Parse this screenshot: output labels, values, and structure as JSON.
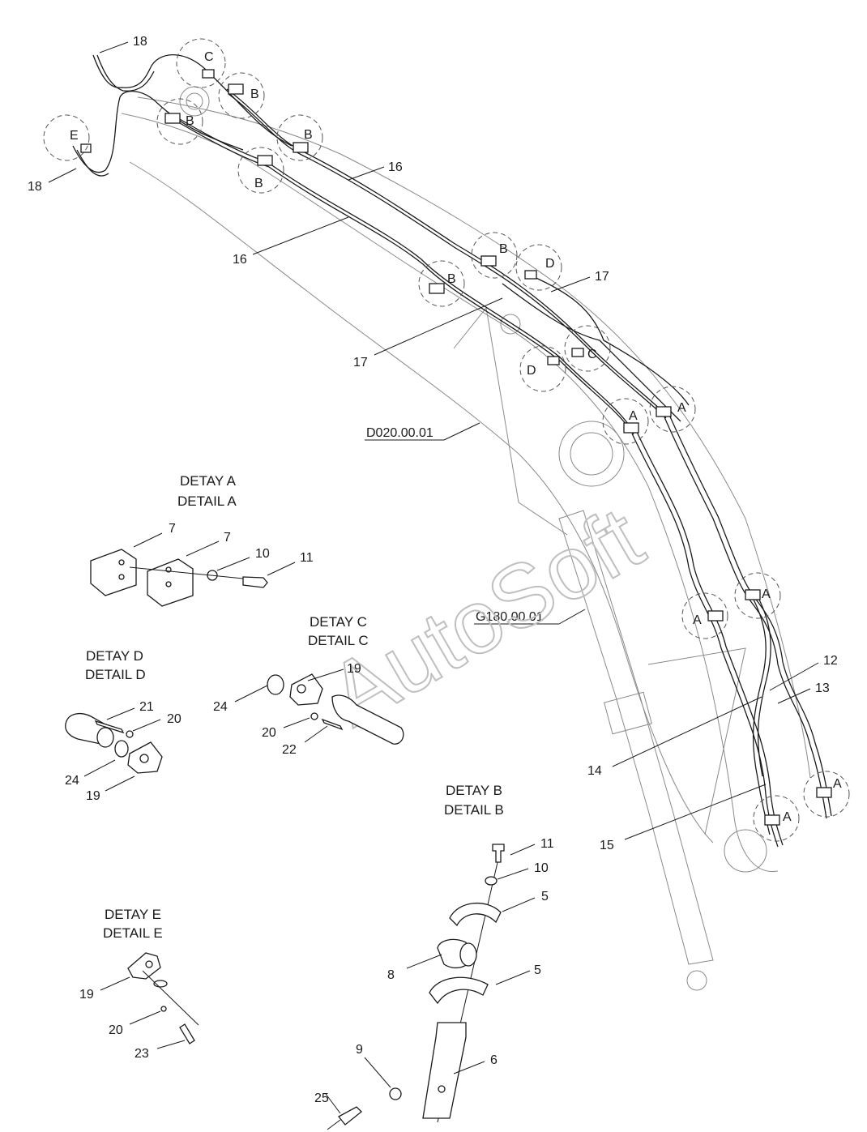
{
  "watermark": "AutoSoft",
  "references": {
    "boom_ref": "D020.00.01",
    "cylinder_ref": "G180.00.01"
  },
  "detail_titles": {
    "a": {
      "tr": "DETAY A",
      "en": "DETAIL A"
    },
    "b": {
      "tr": "DETAY B",
      "en": "DETAIL B"
    },
    "c": {
      "tr": "DETAY C",
      "en": "DETAIL C"
    },
    "d": {
      "tr": "DETAY D",
      "en": "DETAIL D"
    },
    "e": {
      "tr": "DETAY E",
      "en": "DETAIL E"
    }
  },
  "callouts": {
    "c18a": "18",
    "c18b": "18",
    "c16a": "16",
    "c16b": "16",
    "c17a": "17",
    "c17b": "17",
    "c12": "12",
    "c13": "13",
    "c14": "14",
    "c15": "15",
    "a7a": "7",
    "a7b": "7",
    "a10": "10",
    "a11": "11",
    "c19": "19",
    "c24": "24",
    "c20": "20",
    "c22": "22",
    "d21": "21",
    "d20": "20",
    "d24": "24",
    "d19": "19",
    "b11": "11",
    "b10": "10",
    "b5a": "5",
    "b8": "8",
    "b5b": "5",
    "b6": "6",
    "b9": "9",
    "b25": "25",
    "e19": "19",
    "e20": "20",
    "e23": "23"
  },
  "detail_markers": {
    "m1": "C",
    "m2": "B",
    "m3": "B",
    "m4": "E",
    "m5": "B",
    "m6": "B",
    "m7": "B",
    "m8": "D",
    "m9": "B",
    "m10": "D",
    "m11": "C",
    "m12": "A",
    "m13": "A",
    "m14": "A",
    "m15": "A",
    "m16": "A",
    "m17": "A"
  }
}
